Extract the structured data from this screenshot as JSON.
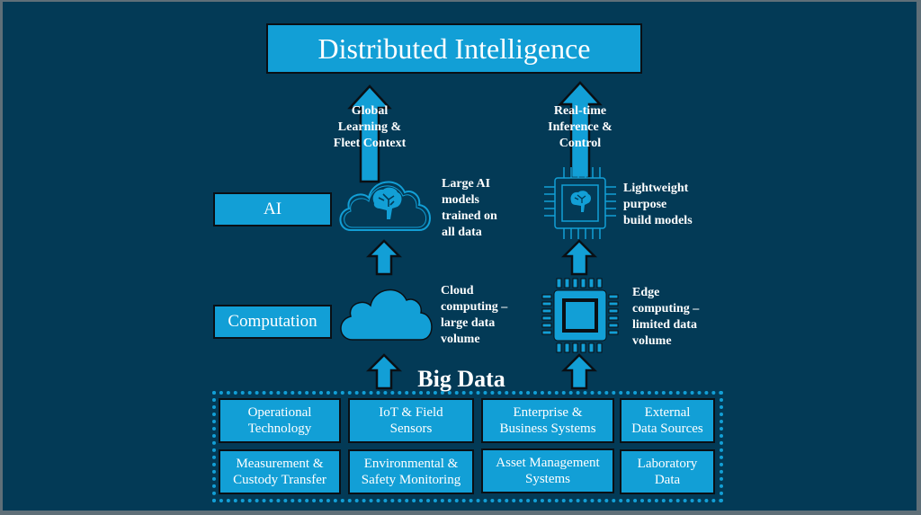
{
  "title": "Distributed Intelligence",
  "layers": {
    "ai": "AI",
    "computation": "Computation"
  },
  "flows": {
    "cloud_output": "Global\nLearning &\nFleet Context",
    "edge_output": "Real-time\nInference &\nControl"
  },
  "nodes": {
    "cloud_ai": {
      "icon": "cloud-brain-icon",
      "label": "Large AI\nmodels\ntrained on\nall data"
    },
    "edge_ai": {
      "icon": "chip-brain-icon",
      "label": "Lightweight\npurpose\nbuild models"
    },
    "cloud_compute": {
      "icon": "cloud-icon",
      "label": "Cloud\ncomputing –\nlarge data\nvolume"
    },
    "edge_compute": {
      "icon": "chip-icon",
      "label": "Edge\ncomputing –\nlimited data\nvolume"
    }
  },
  "big_data": {
    "title": "Big Data",
    "sources": [
      "Operational\nTechnology",
      "IoT & Field\nSensors",
      "Enterprise &\nBusiness Systems",
      "External\nData Sources",
      "Measurement &\nCustody Transfer",
      "Environmental &\nSafety Monitoring",
      "Asset Management\nSystems",
      "Laboratory\nData"
    ]
  },
  "colors": {
    "background": "#033a56",
    "accent": "#129fd6",
    "outline": "#0a0f14",
    "text": "#ffffff"
  }
}
